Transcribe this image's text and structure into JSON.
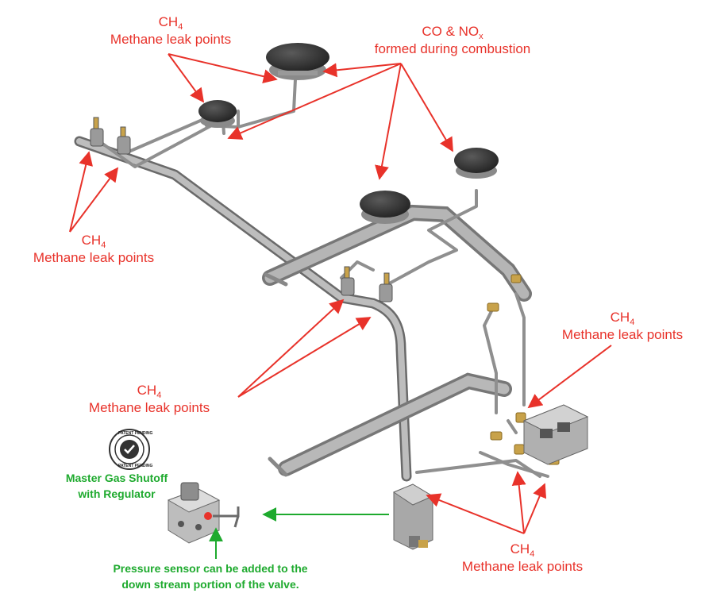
{
  "labels": {
    "top_left": {
      "formula": "CH",
      "sub": "4",
      "text": "Methane leak points"
    },
    "top_right": {
      "line1": "CO & NO",
      "sub": "x",
      "line2": "formed during combustion"
    },
    "mid_left": {
      "formula": "CH",
      "sub": "4",
      "text": "Methane leak points"
    },
    "right": {
      "formula": "CH",
      "sub": "4",
      "text": "Methane leak points"
    },
    "center": {
      "formula": "CH",
      "sub": "4",
      "text": "Methane leak points"
    },
    "bottom_right": {
      "formula": "CH",
      "sub": "4",
      "text": "Methane leak points"
    }
  },
  "shutoff": {
    "line1": "Master Gas Shutoff",
    "line2": "with Regulator"
  },
  "sensor": {
    "line1": "Pressure sensor can be added to the",
    "line2": "down stream portion of the valve."
  },
  "seal": {
    "top": "PATENT PENDING",
    "bottom": "PATENT PENDING"
  },
  "colors": {
    "annotation": "#e8322a",
    "highlight": "#1eaa2e",
    "pipe": "#a8a8a8",
    "burner_cap": "#3a3a3a",
    "brass": "#c8a24a"
  }
}
